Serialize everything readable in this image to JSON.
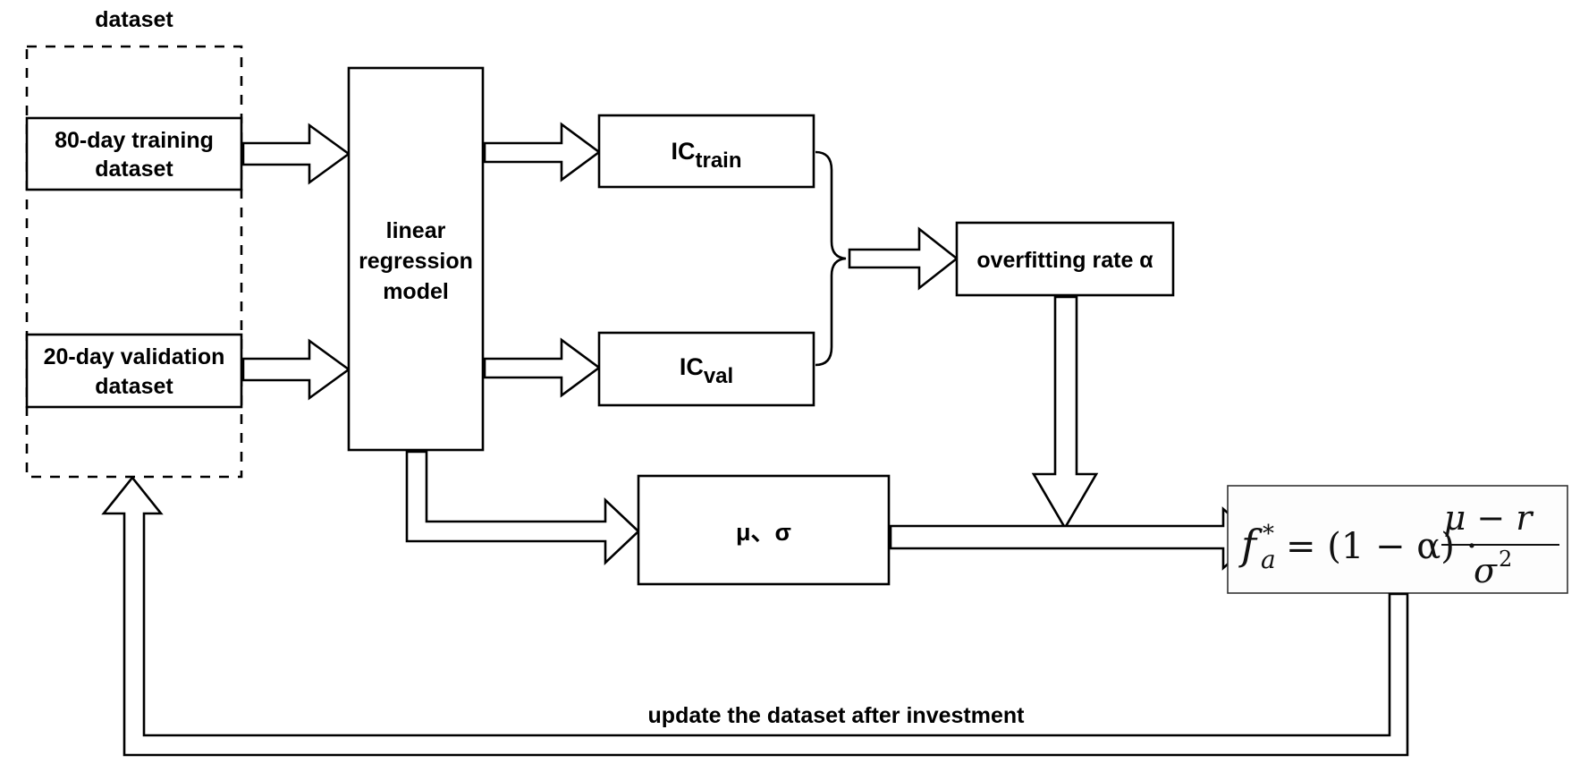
{
  "dataset_group": {
    "title": "dataset"
  },
  "nodes": {
    "training": {
      "line1": "80-day training",
      "line2": "dataset"
    },
    "validation": {
      "line1": "20-day validation",
      "line2": "dataset"
    },
    "model": {
      "line1": "linear",
      "line2": "regression",
      "line3": "model"
    },
    "ic_train": {
      "base": "IC",
      "sub": "train"
    },
    "ic_val": {
      "base": "IC",
      "sub": "val"
    },
    "overfit": {
      "label": "overfitting rate α"
    },
    "mu_sigma": {
      "label": "μ、σ"
    },
    "formula": {
      "f": "f",
      "star": "*",
      "sub": "a",
      "eq": "= (1 − α) ·",
      "numerator": "μ − r",
      "denominator": "σ",
      "exponent": "2"
    }
  },
  "feedback": {
    "label": "update the dataset after investment"
  }
}
